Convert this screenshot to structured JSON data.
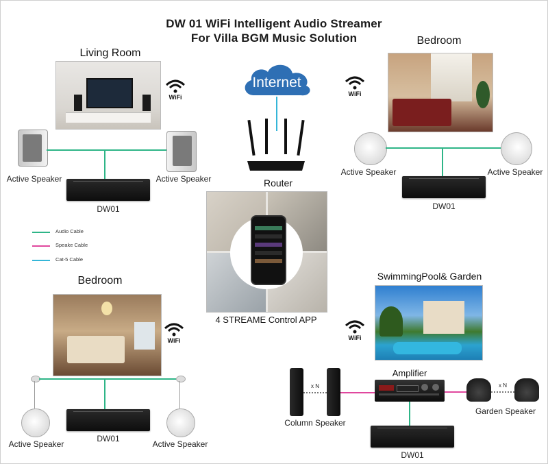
{
  "title": {
    "line1": "DW 01 WiFi Intelligent Audio Streamer",
    "line2": "For Villa BGM Music  Solution"
  },
  "internet": {
    "label": "Internet"
  },
  "router": {
    "label": "Router"
  },
  "app": {
    "label": "4 STREAME  Control APP"
  },
  "wifi": {
    "label": "WiFi"
  },
  "legend": {
    "items": [
      {
        "label": "Audio Cable",
        "color": "#2eb587"
      },
      {
        "label": "Speake Cable",
        "color": "#e0479e"
      },
      {
        "label": "Cat-5 Cable",
        "color": "#35b6d8"
      }
    ]
  },
  "living_room": {
    "title": "Living Room",
    "speaker_left": "Active Speaker",
    "speaker_right": "Active Speaker",
    "device": "DW01"
  },
  "bedroom_top": {
    "title": "Bedroom",
    "speaker_left": "Active Speaker",
    "speaker_right": "Active Speaker",
    "device": "DW01"
  },
  "bedroom_bottom": {
    "title": "Bedroom",
    "speaker_left": "Active Speaker",
    "speaker_right": "Active Speaker",
    "device": "DW01"
  },
  "pool_garden": {
    "title": "SwimmingPool& Garden",
    "amplifier": "Amplifier",
    "column_speaker": "Column Speaker",
    "garden_speaker": "Garden Speaker",
    "multiplier": "x N",
    "device": "DW01"
  }
}
